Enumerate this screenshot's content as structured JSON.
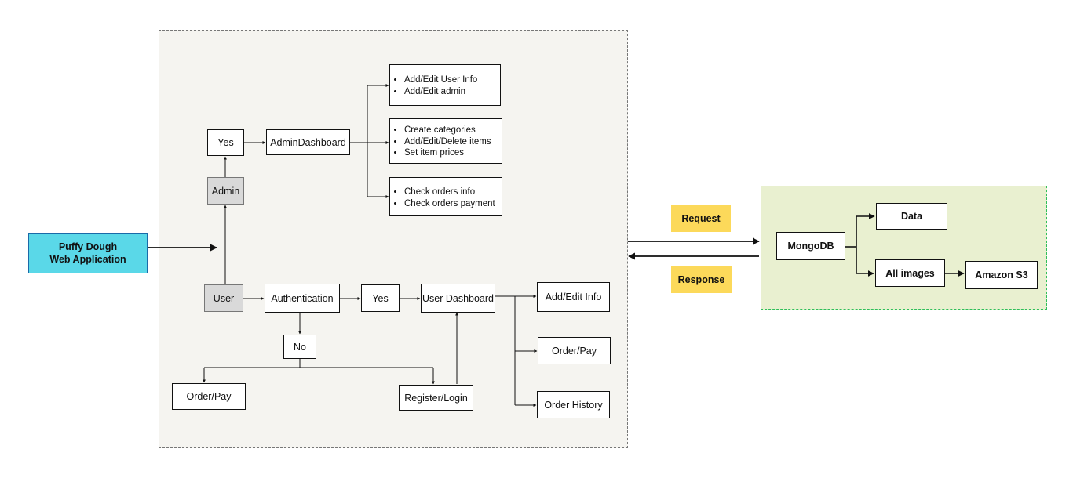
{
  "entry": {
    "line1": "Puffy Dough",
    "line2": "Web Application"
  },
  "admin_branch": {
    "admin": "Admin",
    "yes": "Yes",
    "dashboard": "AdminDashboard",
    "user_mgmt": [
      "Add/Edit User Info",
      "Add/Edit admin"
    ],
    "catalog": [
      "Create categories",
      "Add/Edit/Delete items",
      "Set item prices"
    ],
    "orders": [
      "Check orders info",
      "Check orders payment"
    ]
  },
  "user_branch": {
    "user": "User",
    "authentication": "Authentication",
    "yes": "Yes",
    "no": "No",
    "dashboard": "User Dashboard",
    "guest_order": "Order/Pay",
    "register": "Register/Login",
    "features": [
      "Add/Edit Info",
      "Order/Pay",
      "Order History"
    ]
  },
  "exchange": {
    "request": "Request",
    "response": "Response"
  },
  "database": {
    "mongodb": "MongoDB",
    "data": "Data",
    "images": "All images",
    "s3": "Amazon S3"
  }
}
